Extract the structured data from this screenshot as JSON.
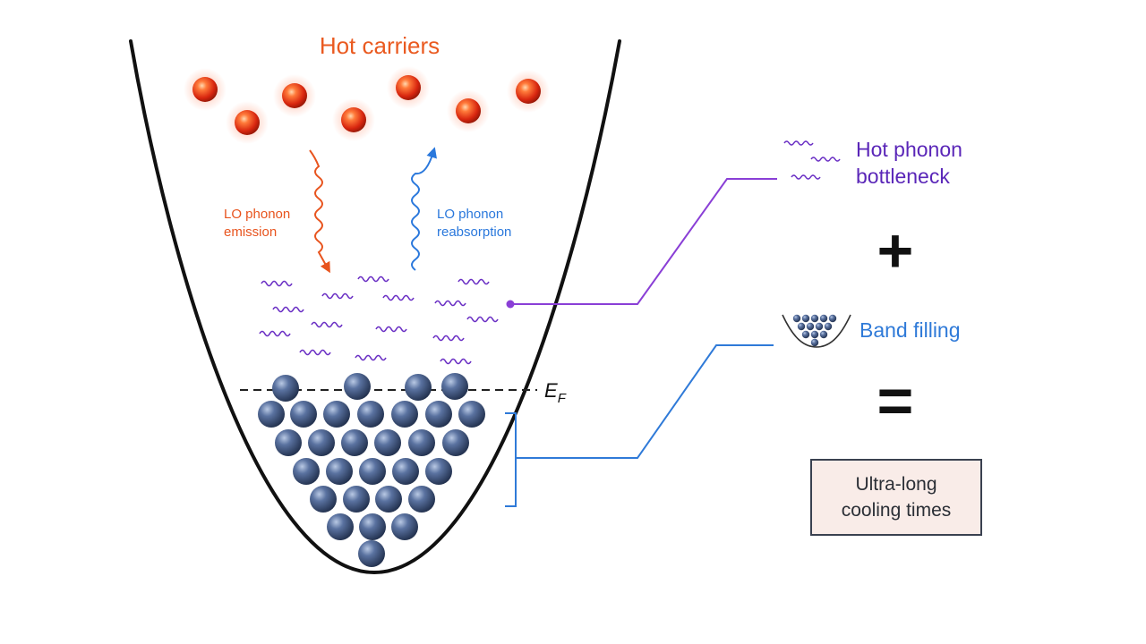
{
  "title": "Hot carriers",
  "emission_label": {
    "line1": "LO phonon",
    "line2": "emission"
  },
  "reabsorption_label": {
    "line1": "LO phonon",
    "line2": "reabsorption"
  },
  "fermi_level": {
    "symbol": "E",
    "subscript": "F"
  },
  "legend": {
    "phonon": {
      "line1": "Hot phonon",
      "line2": "bottleneck"
    },
    "plus": "+",
    "band": "Band filling",
    "equals": "=",
    "result": {
      "line1": "Ultra-long",
      "line2": "cooling times"
    }
  },
  "colors": {
    "hot_carrier": "#e2321a",
    "emission": "#e8541e",
    "reabsorption": "#2a78dc",
    "phonon": "#6a2fc4",
    "band": "#2f7ad8",
    "electron": "#33486a",
    "title": "#ea5a20",
    "connector_phonon": "#8a3fd6"
  }
}
